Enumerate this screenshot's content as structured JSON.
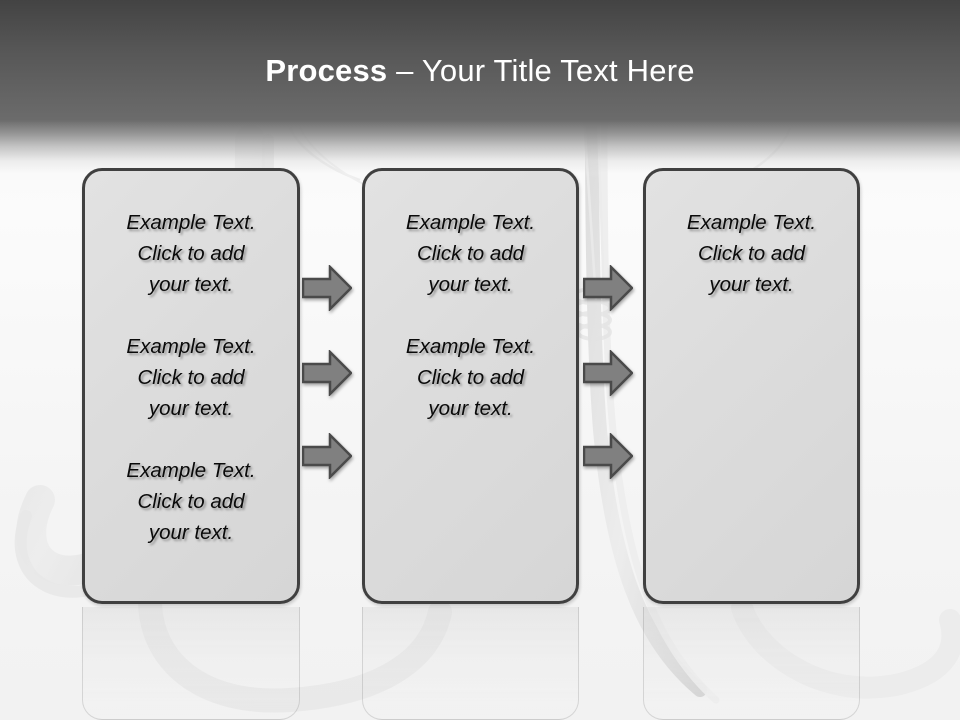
{
  "slide": {
    "title_strong": "Process",
    "title_rest": " – Your Title Text Here",
    "background_color": "#f7f7f7",
    "header_color_top": "#434343",
    "header_color_bottom": "#6c6c6c",
    "title_color": "#ffffff"
  },
  "theme": {
    "box_fill": "#dcdcdc",
    "box_border": "#404040",
    "arrow_fill": "#808080",
    "arrow_border": "#4a4a4a",
    "text_color": "#0a0a0a"
  },
  "boxes": [
    {
      "name": "process-box-1",
      "paragraphs": [
        "Example Text.\nClick  to add\nyour text.",
        "Example Text.\nClick  to add\nyour text.",
        "Example Text.\nClick  to add\nyour text."
      ]
    },
    {
      "name": "process-box-2",
      "paragraphs": [
        "Example Text.\nClick  to add\nyour text.",
        "Example Text.\nClick  to add\nyour text."
      ]
    },
    {
      "name": "process-box-3",
      "paragraphs": [
        "Example Text.\nClick  to add\nyour text."
      ]
    }
  ],
  "arrows": {
    "group_1": [
      "right-arrow-icon",
      "right-arrow-icon",
      "right-arrow-icon"
    ],
    "group_2": [
      "right-arrow-icon",
      "right-arrow-icon",
      "right-arrow-icon"
    ]
  }
}
